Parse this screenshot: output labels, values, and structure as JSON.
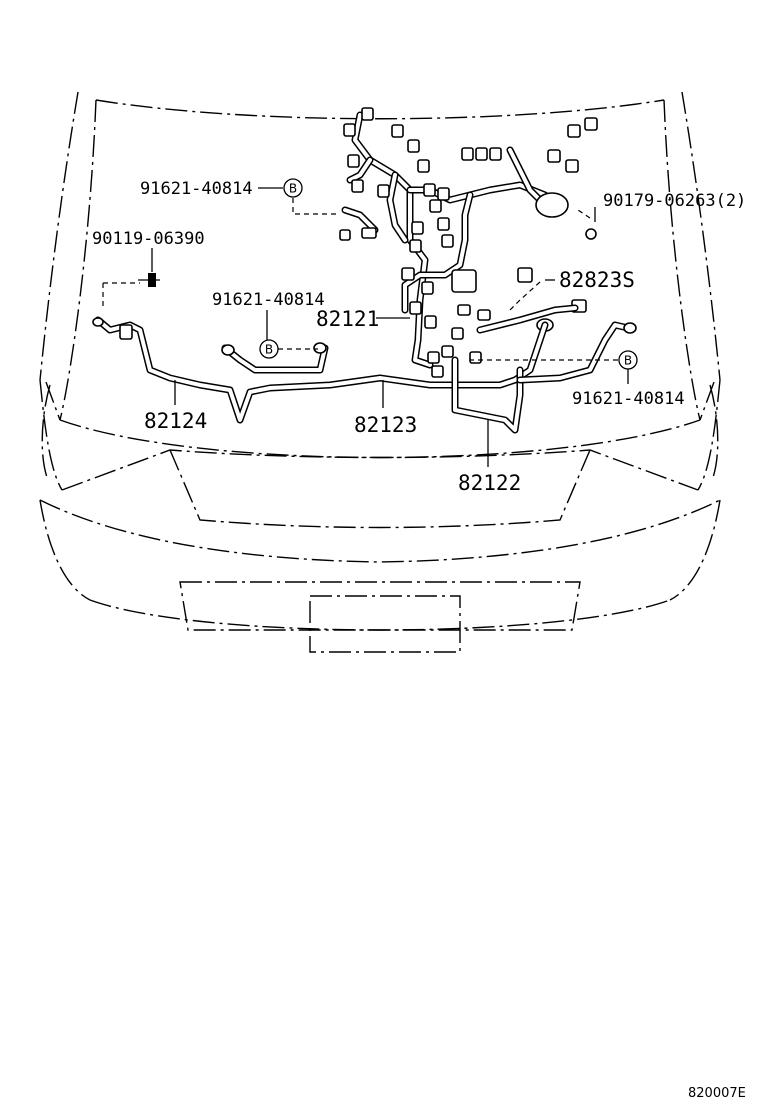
{
  "parts": {
    "p1": "91621-40814",
    "p2": "90119-06390",
    "p3": "91621-40814",
    "p4": "90179-06263(2)",
    "p5": "82823S",
    "p6": "82121",
    "p7": "91621-40814",
    "harness_82124": "82124",
    "harness_82123": "82123",
    "harness_82122": "82122"
  },
  "callout_letter": "B",
  "illustration_code": "820007E"
}
